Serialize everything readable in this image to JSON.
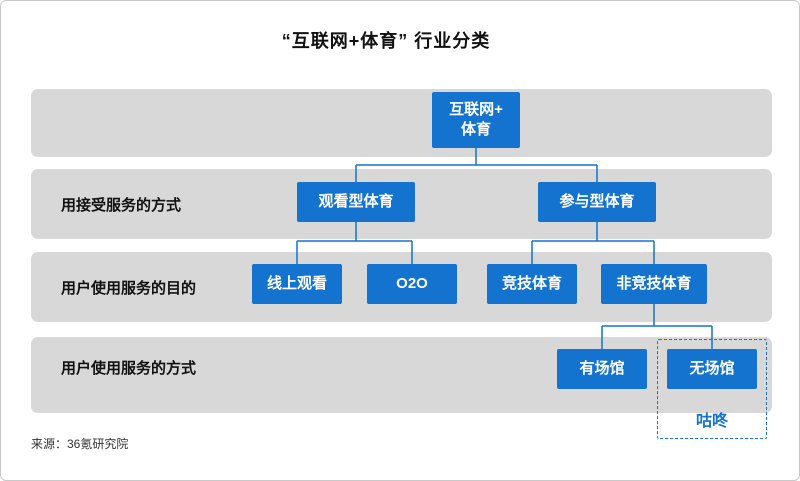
{
  "title": "“互联网+体育” 行业分类",
  "source": "来源：36氪研究院",
  "colors": {
    "node_blue": "#1373cf",
    "band_gray": "#d8d8d8",
    "line_blue": "#1373cf"
  },
  "root": {
    "line1": "互联网+",
    "line2": "体育"
  },
  "row_labels": {
    "row2": "用接受服务的方式",
    "row3": "用户使用服务的目的",
    "row4": "用户使用服务的方式"
  },
  "nodes": {
    "watch": "观看型体育",
    "participate": "参与型体育",
    "online_watch": "线上观看",
    "o2o": "O2O",
    "competitive": "竞技体育",
    "non_competitive": "非竞技体育",
    "with_venue": "有场馆",
    "without_venue": "无场馆"
  },
  "highlight": {
    "label": "咕咚"
  }
}
